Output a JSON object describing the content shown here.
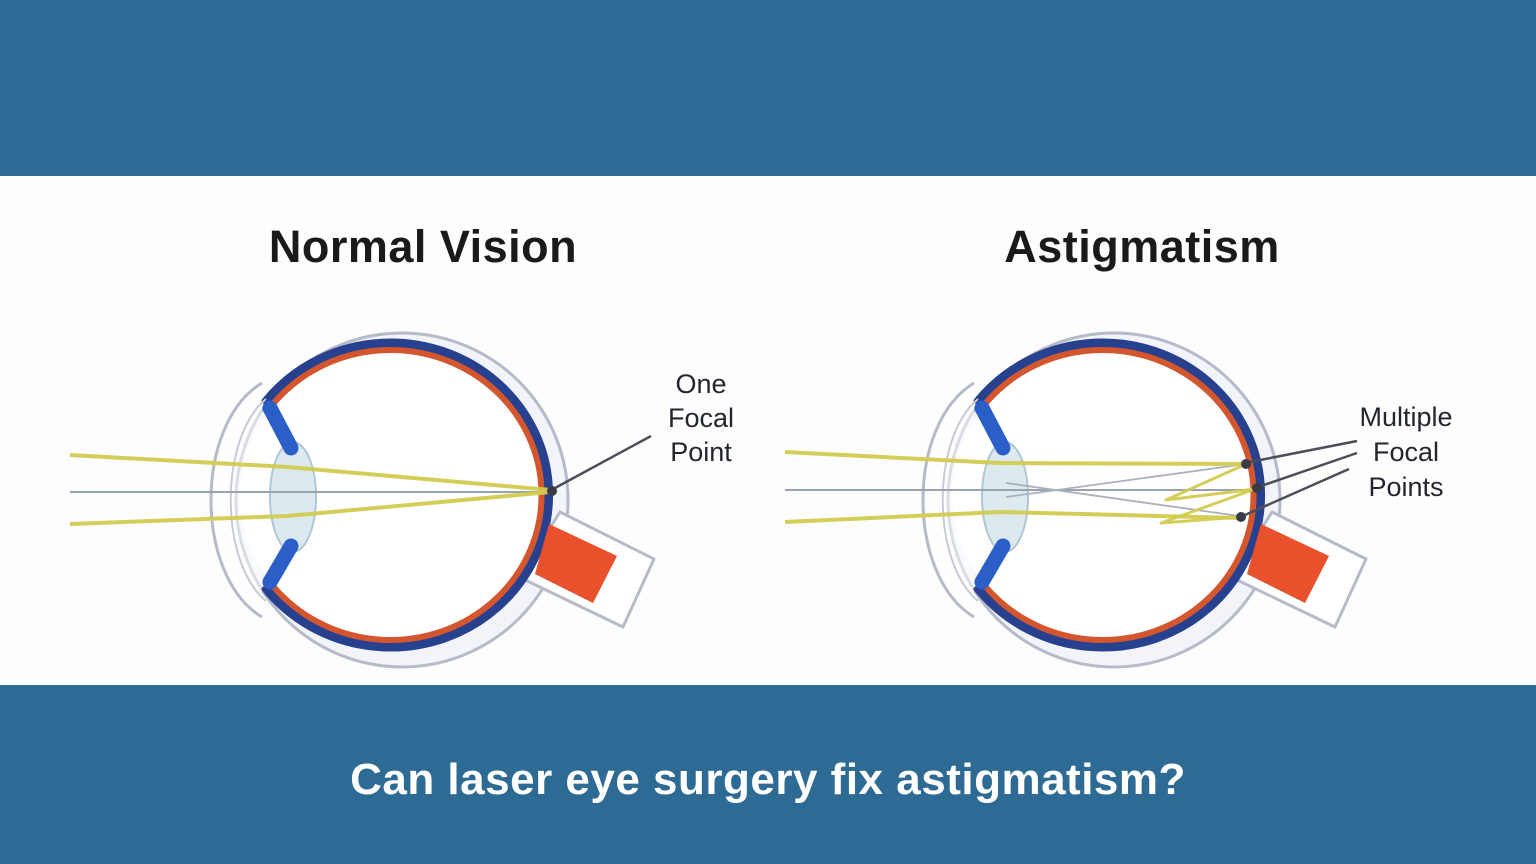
{
  "panels": [
    {
      "title": "Normal Vision",
      "annotation_lines": [
        "One",
        "Focal",
        "Point"
      ],
      "focal_points": 1
    },
    {
      "title": "Astigmatism",
      "annotation_lines": [
        "Multiple",
        "Focal",
        "Points"
      ],
      "focal_points": 3
    }
  ],
  "footer": {
    "question": "Can laser eye surgery fix astigmatism?"
  },
  "diagram": {
    "type": "comparison-illustration",
    "subject": "side-view eye cross-sections showing light rays focusing on the retina",
    "left": {
      "label": "Normal Vision",
      "rays": "two yellow rays and one gray axis converge to a single focal point on the retina"
    },
    "right": {
      "label": "Astigmatism",
      "rays": "rays form a zigzag and land on three separate focal points on the retina"
    }
  },
  "colors": {
    "band_teal": "#2d6b94",
    "panel_white": "#fdfdfd",
    "title_text": "#1a1a1a",
    "question_text": "#ffffff",
    "ray_yellow": "#d2cb50",
    "axis_gray": "#9aa2ae",
    "pointer_dark": "#4a4e57",
    "ring_navy": "#27418f",
    "ring_orange": "#d4562e",
    "optic_nerve_red": "#e8512b",
    "sclera_outline": "#b6bac9",
    "lens_fill": "#d9e8ef",
    "iris_blue": "#2b5fc7"
  }
}
